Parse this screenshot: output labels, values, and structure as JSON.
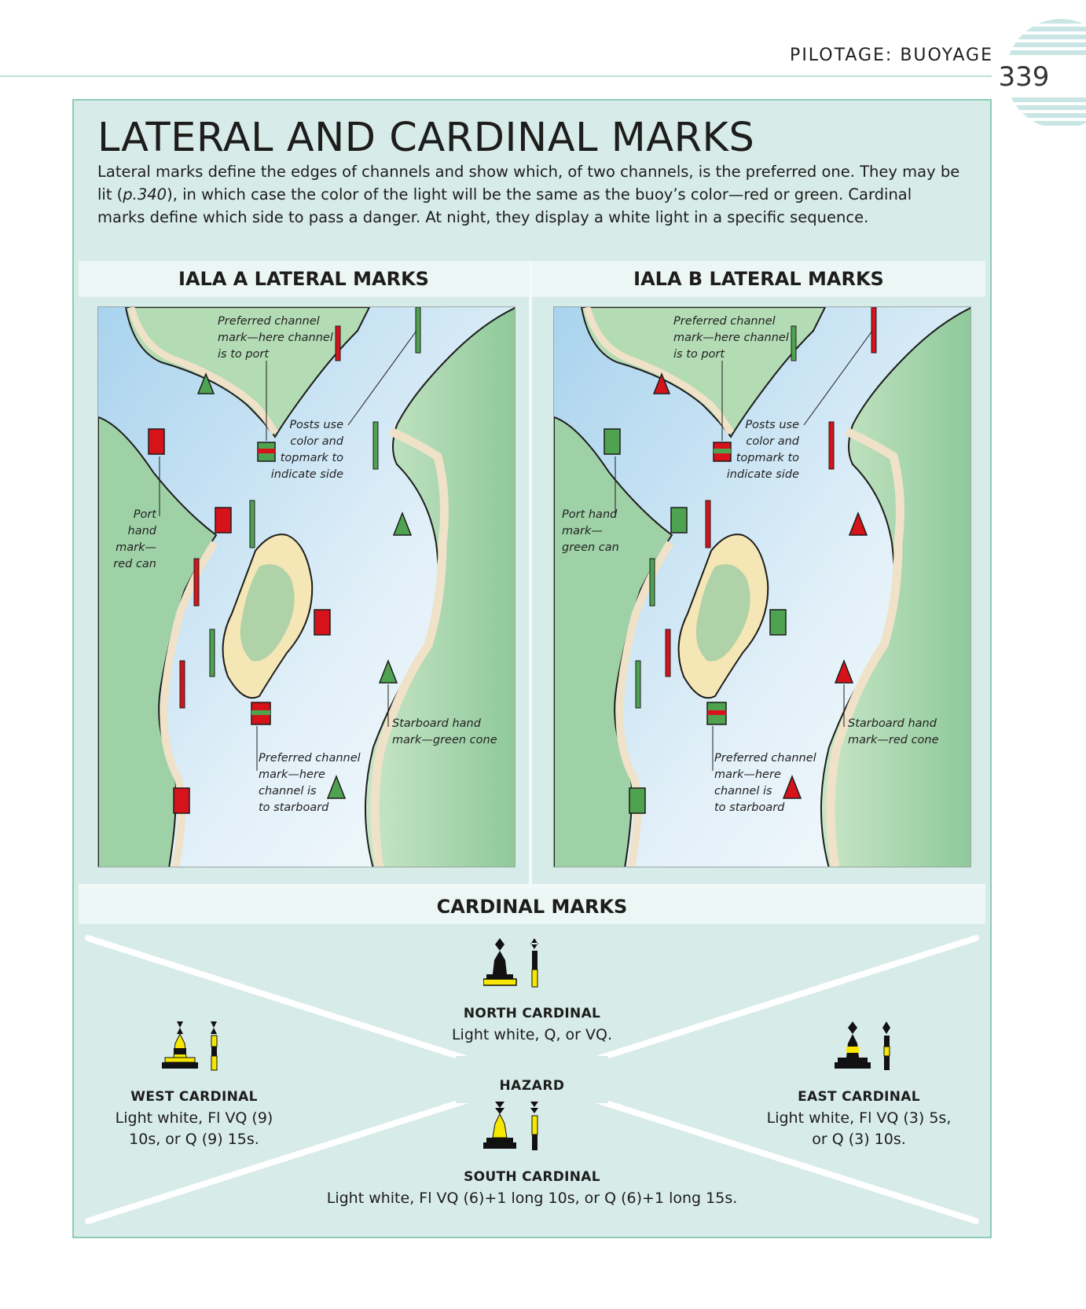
{
  "header": {
    "running_head": "PILOTAGE: BUOYAGE",
    "page_number": "339"
  },
  "title": "LATERAL AND CARDINAL MARKS",
  "intro": {
    "before_ref": "Lateral marks define the edges of channels and show which, of two channels, is the preferred one. They may be lit (",
    "ref": "p.340",
    "after_ref": "), in which case the color of the light will be the same as the buoy’s color—red or green. Cardinal marks define which side to pass a danger. At night, they display a white light in a specific sequence."
  },
  "sections": {
    "iala_a": "IALA A LATERAL MARKS",
    "iala_b": "IALA B LATERAL MARKS",
    "cardinal": "CARDINAL MARKS"
  },
  "iala_a_callouts": {
    "preferred_port": "Preferred channel\nmark—here channel\nis to port",
    "posts": "Posts use\ncolor and\ntopmark to\nindicate side",
    "port_hand": "Port hand\nmark—\nred can",
    "starboard_hand": "Starboard hand\nmark—green cone",
    "preferred_starboard": "Preferred channel\nmark—here\nchannel is\nto starboard"
  },
  "iala_b_callouts": {
    "preferred_port": "Preferred channel\nmark—here channel\nis to port",
    "posts": "Posts use\ncolor and\ntopmark to\nindicate side",
    "port_hand": "Port hand\nmark—\ngreen can",
    "starboard_hand": "Starboard hand\nmark—red cone",
    "preferred_starboard": "Preferred channel\nmark—here\nchannel is\nto starboard"
  },
  "cardinal": {
    "north": {
      "title": "NORTH CARDINAL",
      "desc": "Light white, Q, or VQ."
    },
    "west": {
      "title": "WEST CARDINAL",
      "desc": "Light white, Fl VQ (9)\n10s, or Q (9) 15s."
    },
    "east": {
      "title": "EAST CARDINAL",
      "desc": "Light white, Fl VQ (3) 5s,\nor Q (3) 10s."
    },
    "south": {
      "title": "SOUTH CARDINAL",
      "desc": "Light white, Fl VQ (6)+1 long 10s, or Q (6)+1 long 15s."
    },
    "hazard": "HAZARD"
  },
  "colors": {
    "panel": "#d7ebe8",
    "band": "#ecf6f4",
    "water": "#cfe6f3",
    "land": "#9fd1a7",
    "buoy_red": "#d6121a",
    "buoy_green": "#4fa350",
    "cardinal_yellow": "#f7e600",
    "cardinal_black": "#111111"
  }
}
